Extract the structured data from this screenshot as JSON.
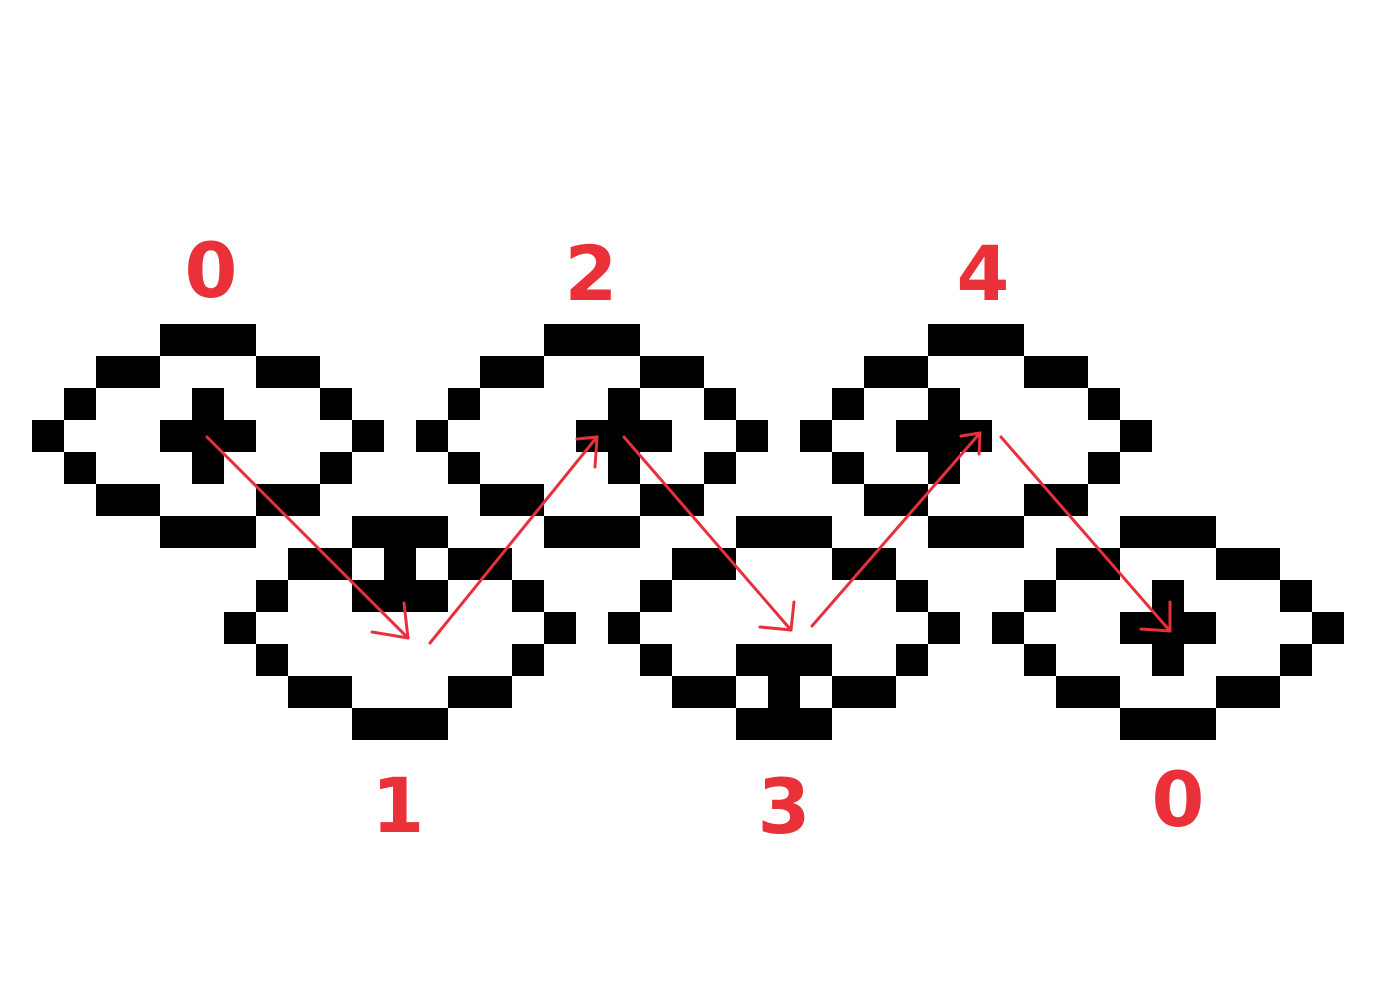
{
  "labels": {
    "motif_a": "0",
    "motif_b": "1",
    "motif_c": "2",
    "motif_d": "3",
    "motif_e": "4",
    "motif_f": "0"
  },
  "colors": {
    "pattern": "#000000",
    "annotation": "#ea3139",
    "background": "#ffffff"
  }
}
